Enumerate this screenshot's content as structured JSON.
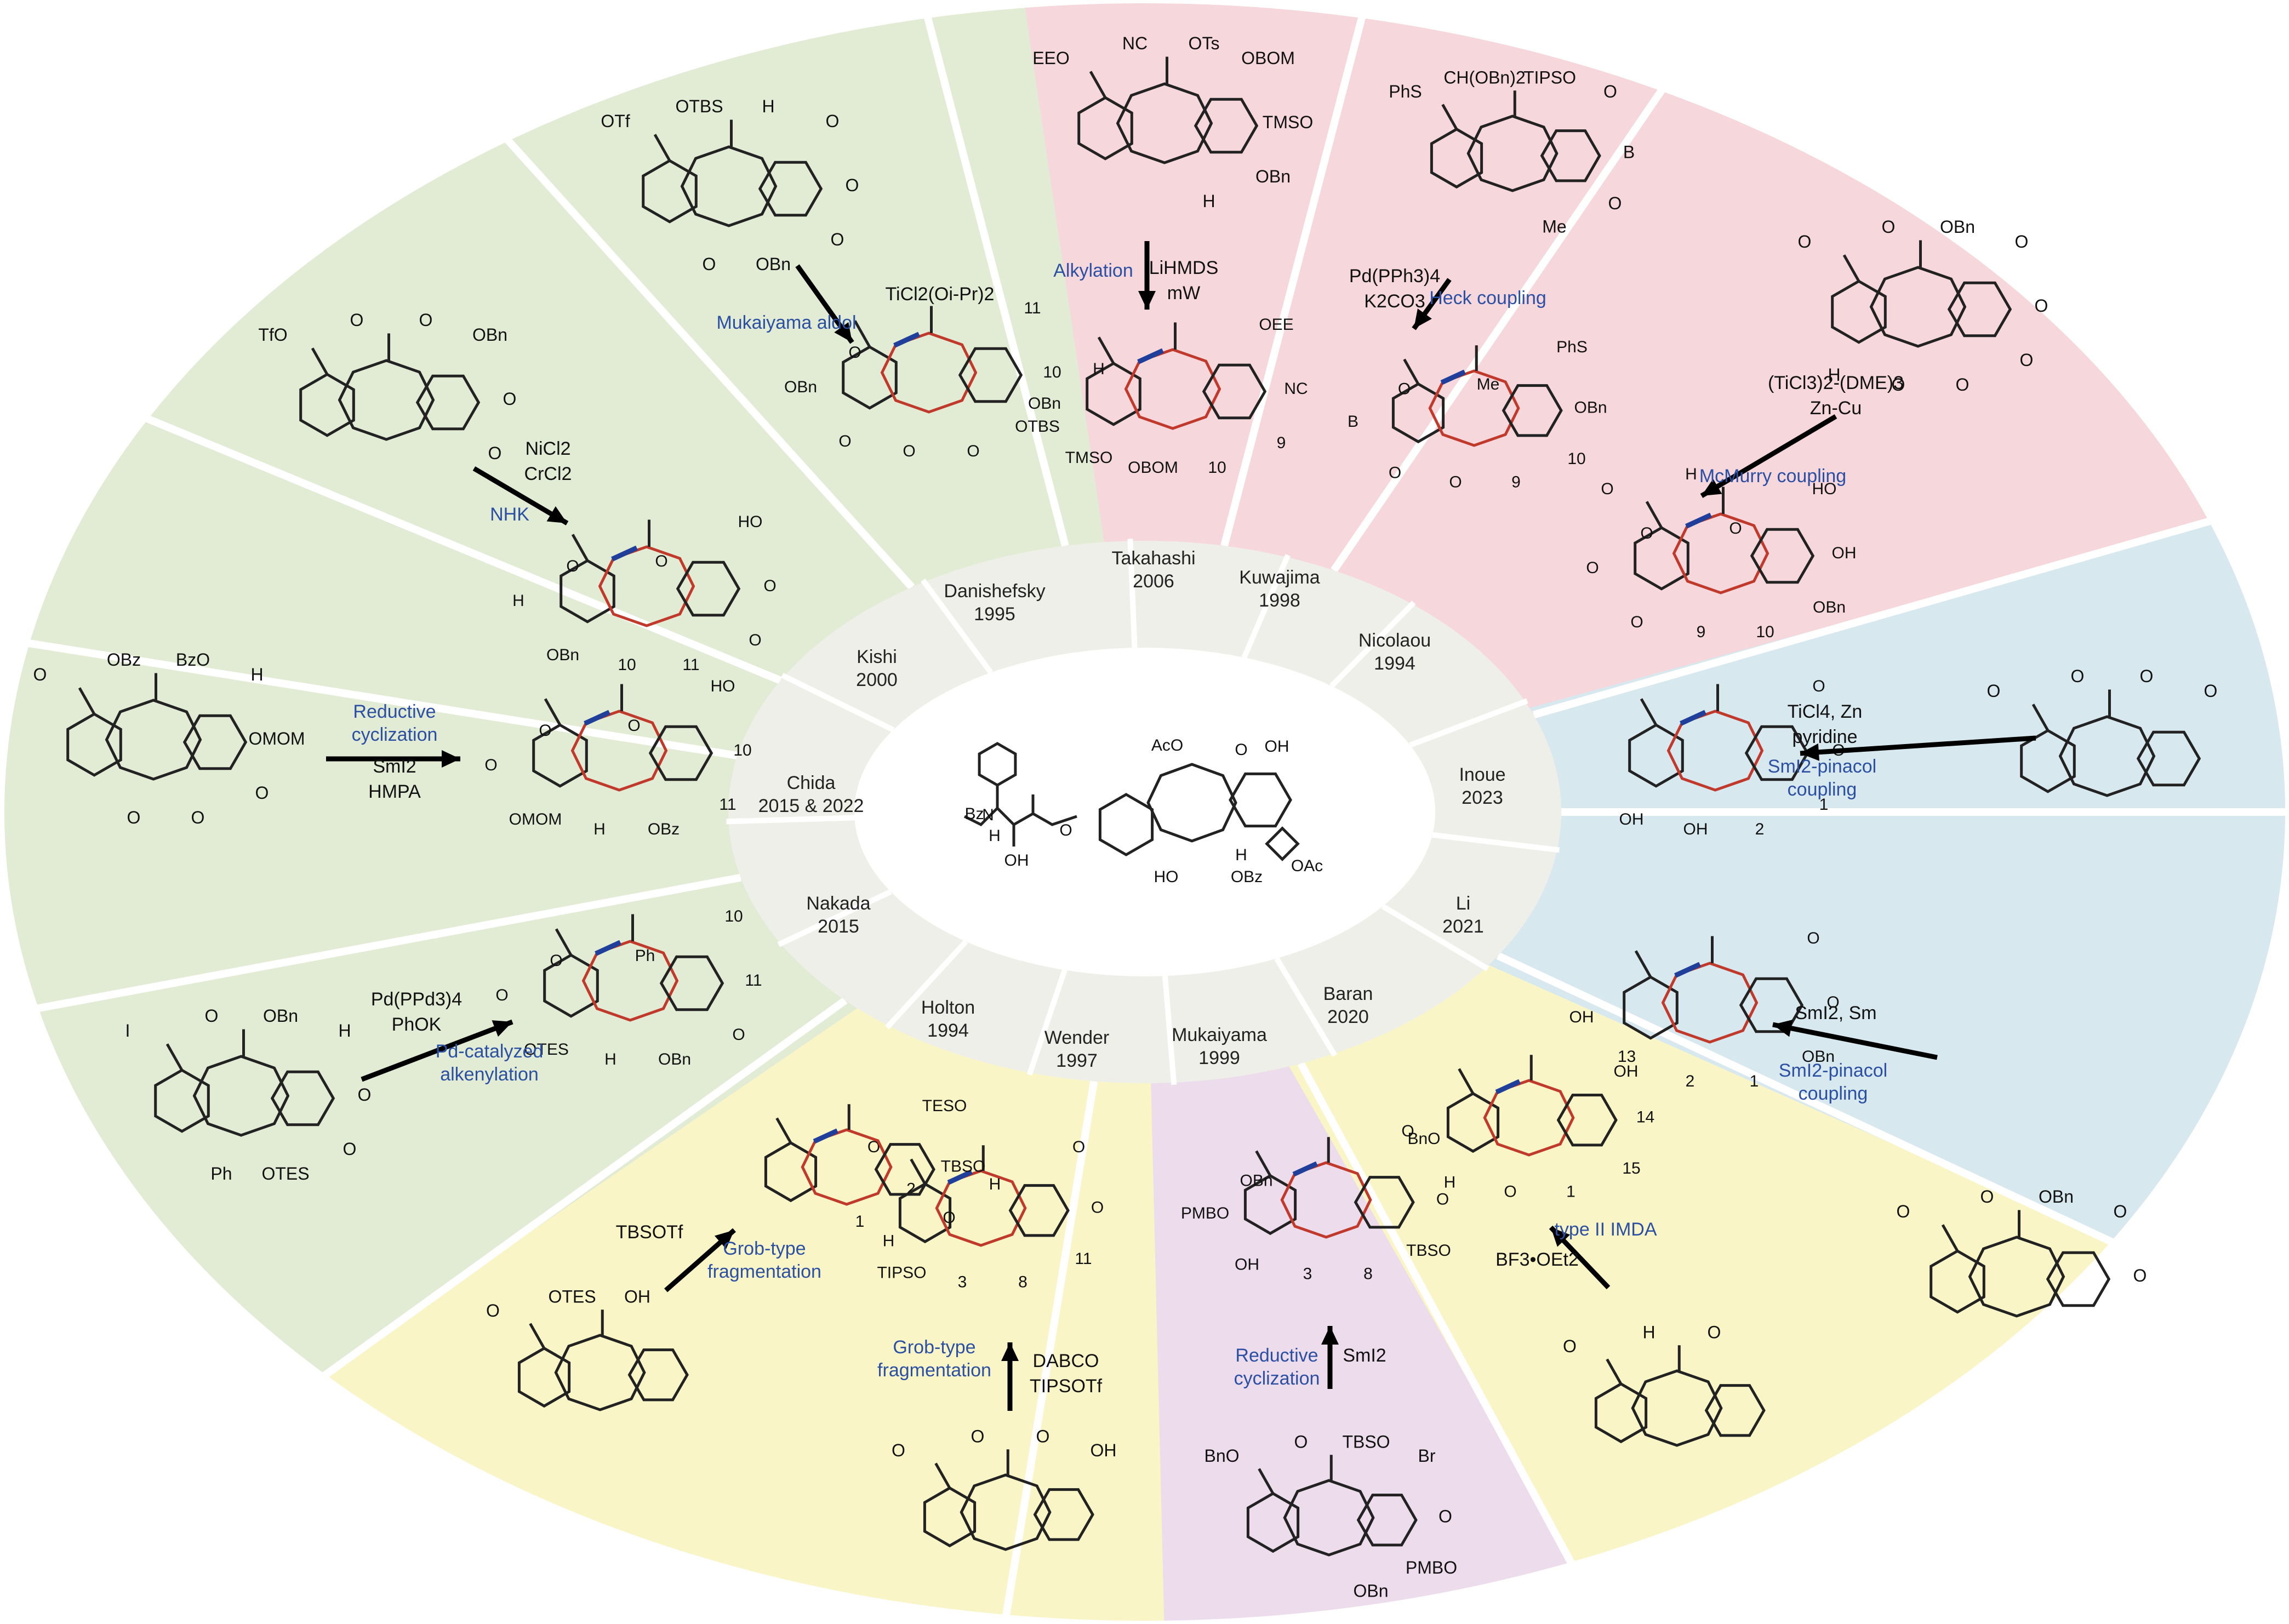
{
  "colors": {
    "green": "#e2ecd4",
    "pink": "#f5d7dc",
    "blue": "#d7e8ee",
    "yellow": "#f9f5c6",
    "purple": "#eddcec",
    "inner_ring": "#efefe9",
    "center": "#ffffff",
    "blue_text": "#2a4fa3",
    "red_bond": "#c0392b",
    "blue_bond": "#1f3f9a"
  },
  "center": {
    "labels": [
      "Bz",
      "N",
      "H",
      "OH",
      "O",
      "AcO",
      "O",
      "OH",
      "HO",
      "OBz",
      "OAc",
      "H"
    ]
  },
  "ring": [
    {
      "key": "danishefsky",
      "name": "Danishefsky",
      "year": "1995"
    },
    {
      "key": "takahashi",
      "name": "Takahashi",
      "year": "2006"
    },
    {
      "key": "kuwajima",
      "name": "Kuwajima",
      "year": "1998"
    },
    {
      "key": "nicolaou",
      "name": "Nicolaou",
      "year": "1994"
    },
    {
      "key": "inoue",
      "name": "Inoue",
      "year": "2023"
    },
    {
      "key": "li",
      "name": "Li",
      "year": "2021"
    },
    {
      "key": "baran",
      "name": "Baran",
      "year": "2020"
    },
    {
      "key": "mukaiyama",
      "name": "Mukaiyama",
      "year": "1999"
    },
    {
      "key": "wender",
      "name": "Wender",
      "year": "1997"
    },
    {
      "key": "holton",
      "name": "Holton",
      "year": "1994"
    },
    {
      "key": "nakada",
      "name": "Nakada",
      "year": "2015"
    },
    {
      "key": "chida",
      "name": "Chida",
      "year": "2015 & 2022"
    },
    {
      "key": "kishi",
      "name": "Kishi",
      "year": "2000"
    }
  ],
  "sectors": {
    "kishi": {
      "reagents": [
        "NiCl2",
        "CrCl2"
      ],
      "reaction": "NHK",
      "sm_labels": [
        "TfO",
        "O",
        "O",
        "OBn",
        "O",
        "O"
      ],
      "pr_labels": [
        "HO",
        "O",
        "O",
        "11",
        "10",
        "OBn",
        "H",
        "O",
        "O"
      ]
    },
    "danishefsky": {
      "reagents": [
        "TiCl2(Oi-Pr)2"
      ],
      "reaction": "Mukaiyama aldol",
      "sm_labels": [
        "OTf",
        "OTBS",
        "H",
        "O",
        "O",
        "O",
        "OBn",
        "O"
      ],
      "pr_labels": [
        "11",
        "10",
        "OTBS",
        "O",
        "O",
        "O",
        "OBn",
        "O"
      ]
    },
    "takahashi": {
      "reagents": [
        "LiHMDS",
        "mW"
      ],
      "reaction": "Alkylation",
      "sm_labels": [
        "EEO",
        "NC",
        "OTs",
        "OBOM",
        "TMSO",
        "OBn",
        "H"
      ],
      "pr_labels": [
        "OEE",
        "NC",
        "9",
        "10",
        "OBOM",
        "TMSO",
        "OBn",
        "H"
      ]
    },
    "kuwajima": {
      "reagents": [
        "Pd(PPh3)4",
        "K2CO3"
      ],
      "reaction": "Heck coupling",
      "sm_labels": [
        "PhS",
        "CH(OBn)2",
        "TIPSO",
        "O",
        "B",
        "O",
        "Me"
      ],
      "pr_labels": [
        "PhS",
        "OBn",
        "10",
        "9",
        "O",
        "O",
        "B",
        "O",
        "Me"
      ]
    },
    "nicolaou": {
      "reagents": [
        "(TiCl3)2-(DME)3",
        "Zn-Cu"
      ],
      "reaction": "McMurry coupling",
      "sm_labels": [
        "O",
        "O",
        "OBn",
        "O",
        "O",
        "O",
        "O",
        "O",
        "H"
      ],
      "pr_labels": [
        "HO",
        "OH",
        "OBn",
        "10",
        "9",
        "O",
        "O",
        "O",
        "O",
        "O",
        "H"
      ]
    },
    "inoue": {
      "reagents": [
        "TiCl4, Zn",
        "pyridine"
      ],
      "reaction": "SmI2-pinacol coupling",
      "sm_labels": [
        "O",
        "O",
        "O",
        "O"
      ],
      "pr_labels": [
        "O",
        "O",
        "1",
        "2",
        "OH",
        "OH"
      ]
    },
    "li": {
      "reagents": [
        "SmI2, Sm"
      ],
      "reaction": "SmI2-pinacol coupling",
      "sm_labels": [
        "O",
        "O",
        "OBn",
        "O",
        "O"
      ],
      "pr_labels": [
        "O",
        "O",
        "OBn",
        "1",
        "2",
        "OH",
        "OH"
      ]
    },
    "baran": {
      "reagents": [
        "BF3•OEt2"
      ],
      "reaction": "type II IMDA",
      "sm_labels": [
        "O",
        "H",
        "O"
      ],
      "pr_labels": [
        "13",
        "14",
        "15",
        "1",
        "O",
        "H",
        "O"
      ]
    },
    "mukaiyama": {
      "reagents": [
        "SmI2"
      ],
      "reaction": "Reductive cyclization",
      "sm_labels": [
        "BnO",
        "O",
        "TBSO",
        "Br",
        "O",
        "PMBO",
        "OBn"
      ],
      "pr_labels": [
        "BnO",
        "O",
        "TBSO",
        "8",
        "3",
        "OH",
        "PMBO",
        "OBn"
      ]
    },
    "wender": {
      "reagents": [
        "DABCO",
        "TIPSOTf"
      ],
      "reaction": "Grob-type fragmentation",
      "sm_labels": [
        "O",
        "O",
        "O",
        "OH"
      ],
      "pr_labels": [
        "O",
        "O",
        "11",
        "8",
        "3",
        "TIPSO",
        "1",
        "2",
        "H",
        "O"
      ]
    },
    "holton": {
      "reagents": [
        "TBSOTf"
      ],
      "reaction": "Grob-type fragmentation",
      "sm_labels": [
        "O",
        "OTES",
        "OH"
      ],
      "pr_labels": [
        "TESO",
        "TBSO",
        "O",
        "H"
      ]
    },
    "nakada": {
      "reagents": [
        "Pd(PPd3)4",
        "PhOK"
      ],
      "reaction": "Pd-catalyzed alkenylation",
      "sm_labels": [
        "I",
        "O",
        "OBn",
        "H",
        "O",
        "O",
        "OTES",
        "Ph"
      ],
      "pr_labels": [
        "10",
        "11",
        "O",
        "OBn",
        "H",
        "OTES",
        "O",
        "O",
        "Ph"
      ]
    },
    "chida": {
      "reagents": [
        "SmI2",
        "HMPA"
      ],
      "reaction": "Reductive cyclization",
      "sm_labels": [
        "O",
        "OBz",
        "BzO",
        "H",
        "OMOM",
        "O",
        "O",
        "O"
      ],
      "pr_labels": [
        "HO",
        "10",
        "11",
        "OBz",
        "H",
        "OMOM",
        "O",
        "O",
        "O"
      ]
    }
  }
}
